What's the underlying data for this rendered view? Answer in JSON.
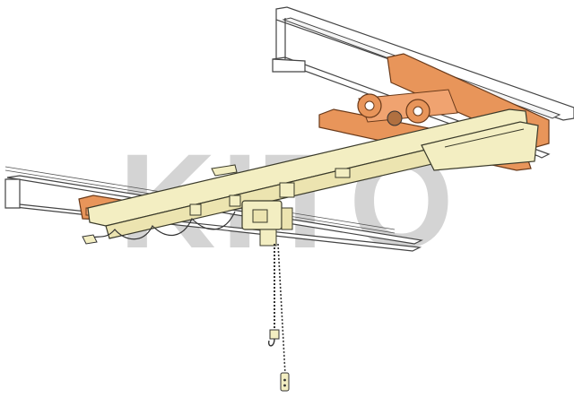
{
  "watermark": {
    "text": "KITO",
    "color": "#d4d4d4"
  },
  "colors": {
    "background": "#ffffff",
    "girder_fill": "#f3eec2",
    "girder_stroke": "#3a3a2a",
    "saddle_fill": "#e8955a",
    "saddle_stroke": "#6a3a1a",
    "rail_fill": "#ffffff",
    "rail_stroke": "#444444",
    "chain": "#333333"
  },
  "parts": [
    {
      "id": "runway-rail-upper",
      "icon": "i-beam-icon"
    },
    {
      "id": "runway-rail-lower",
      "icon": "i-beam-icon"
    },
    {
      "id": "end-truck-right",
      "icon": "end-truck-icon"
    },
    {
      "id": "end-truck-left",
      "icon": "end-truck-icon"
    },
    {
      "id": "bridge-girder",
      "icon": "girder-icon"
    },
    {
      "id": "festoon-cable",
      "icon": "cable-icon"
    },
    {
      "id": "electric-chain-hoist",
      "icon": "hoist-icon"
    },
    {
      "id": "load-chain",
      "icon": "chain-icon"
    },
    {
      "id": "hook",
      "icon": "hook-icon"
    },
    {
      "id": "pendant-control",
      "icon": "pendant-icon"
    }
  ]
}
